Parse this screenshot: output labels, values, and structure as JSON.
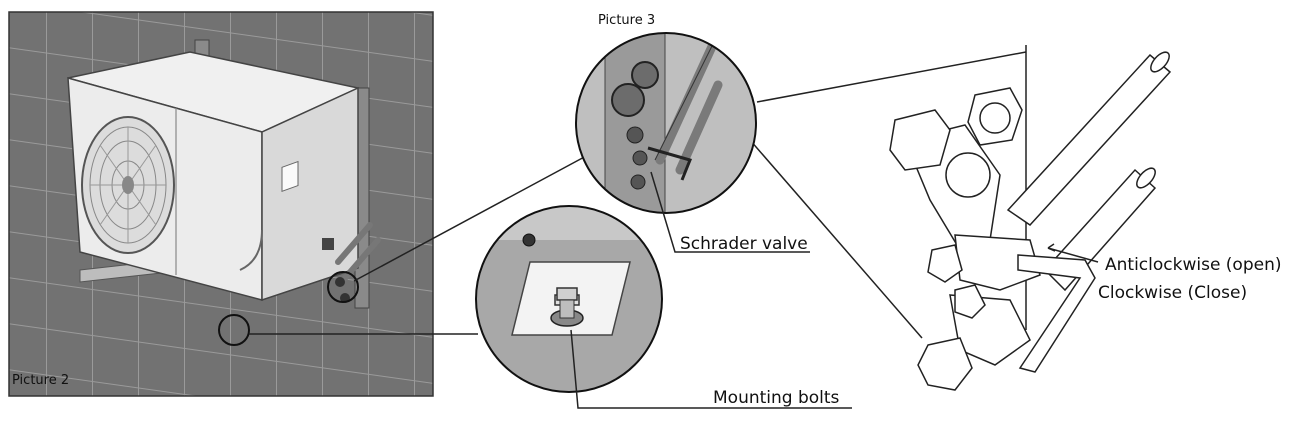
{
  "labels": {
    "picture2": "Picture 2",
    "picture3": "Picture 3",
    "schrader": "Schrader valve",
    "mounting": "Mounting bolts",
    "anticlockwise": "Anticlockwise (open)",
    "clockwise": "Clockwise (Close)"
  },
  "colors": {
    "wall_bg": "#6e6e6e",
    "unit_body": "#e6e6e6",
    "outline": "#222222"
  }
}
